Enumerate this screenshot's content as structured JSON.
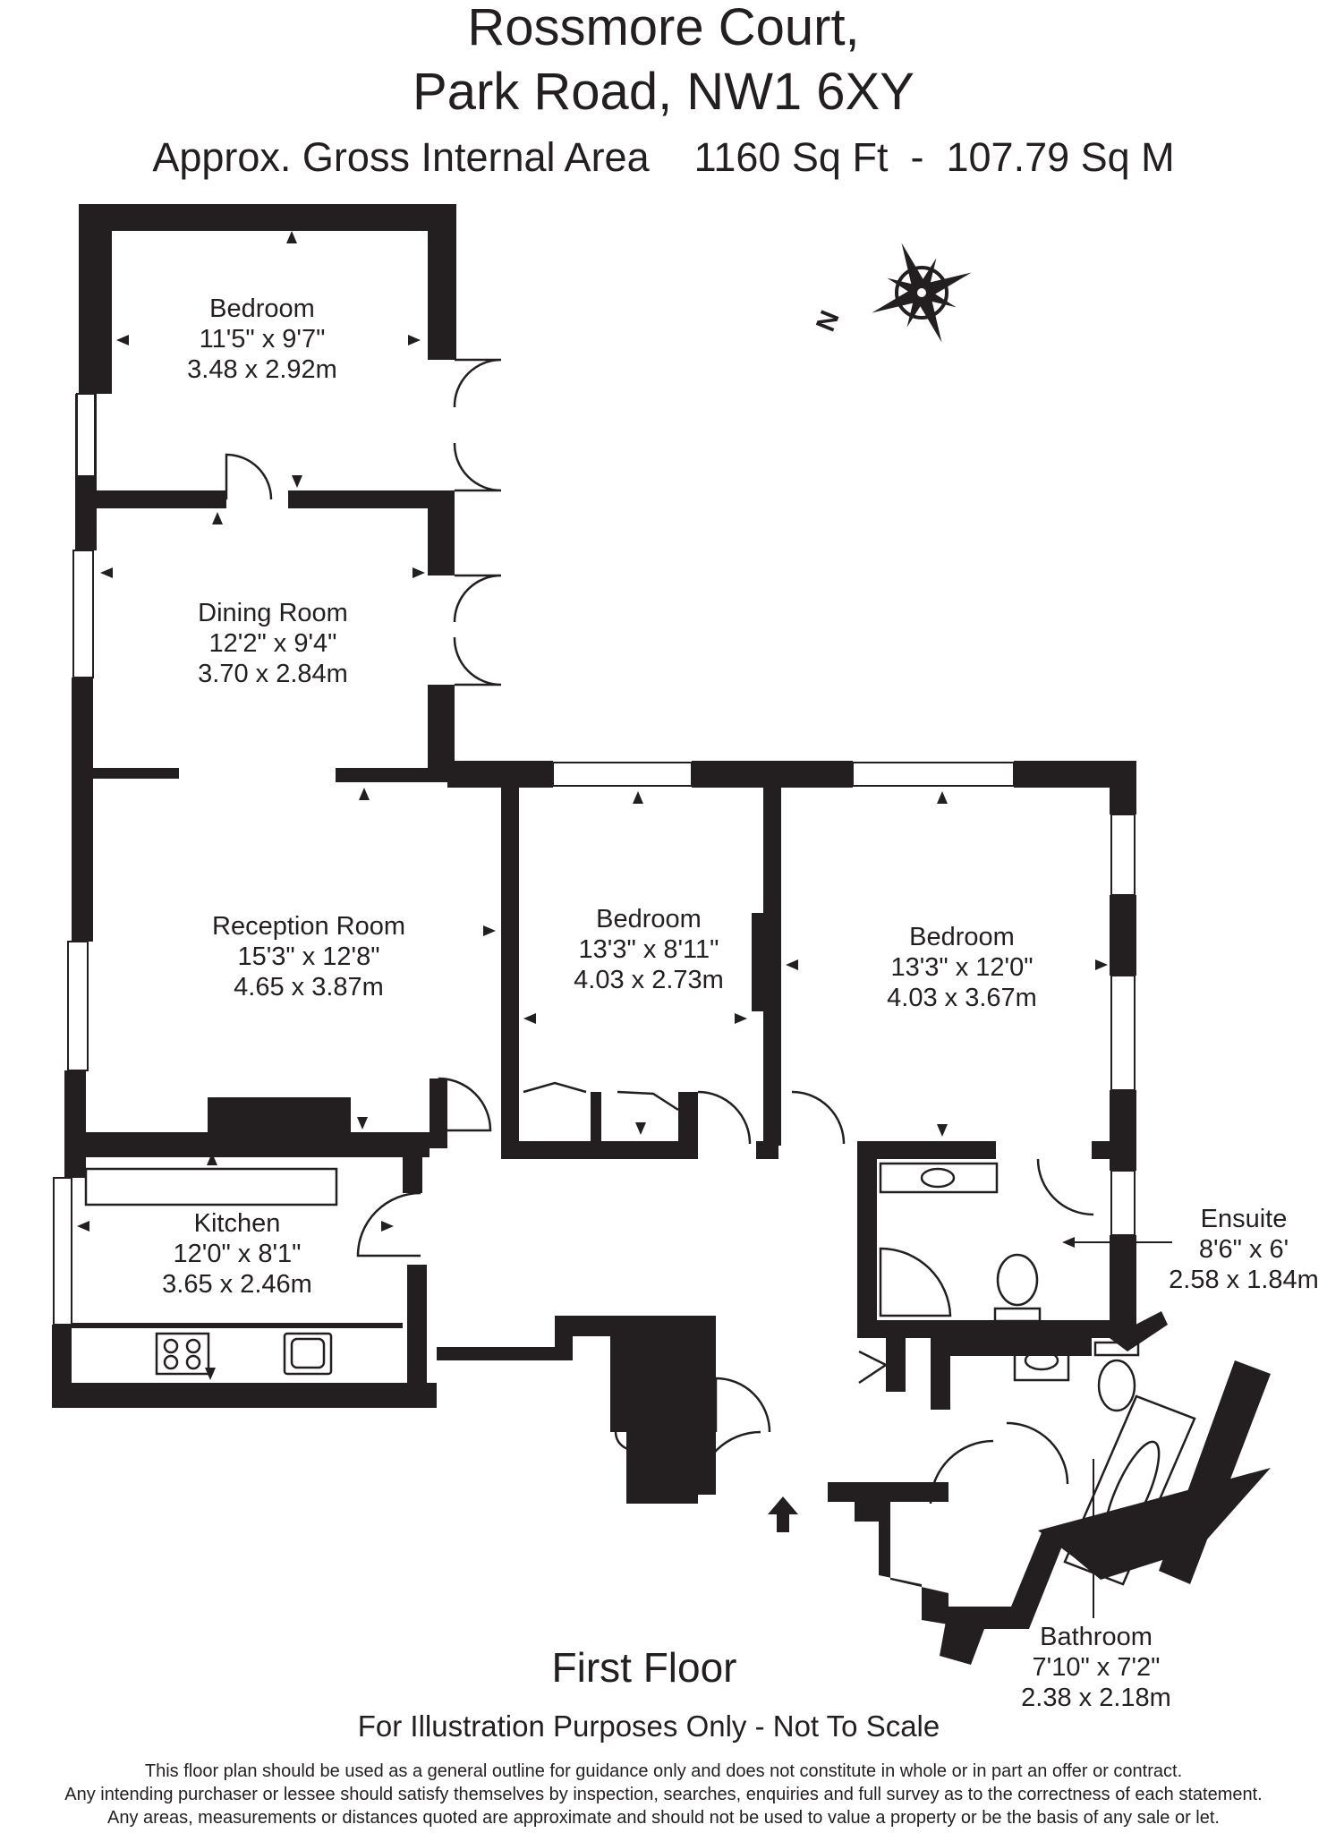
{
  "header": {
    "title_line1": "Rossmore Court,",
    "title_line2": "Park Road, NW1 6XY",
    "area_label": "Approx. Gross Internal Area",
    "area_sqft": "1160 Sq Ft",
    "area_sep": "-",
    "area_sqm": "107.79 Sq M"
  },
  "compass": {
    "north_label": "N"
  },
  "rooms": [
    {
      "name": "Bedroom",
      "imperial": "11'5\" x 9'7\"",
      "metric": "3.48 x 2.92m"
    },
    {
      "name": "Dining Room",
      "imperial": "12'2\" x 9'4\"",
      "metric": "3.70 x 2.84m"
    },
    {
      "name": "Reception Room",
      "imperial": "15'3\" x 12'8\"",
      "metric": "4.65 x 3.87m"
    },
    {
      "name": "Bedroom",
      "imperial": "13'3\" x 8'11\"",
      "metric": "4.03 x 2.73m"
    },
    {
      "name": "Bedroom",
      "imperial": "13'3\" x 12'0\"",
      "metric": "4.03 x 3.67m"
    },
    {
      "name": "Kitchen",
      "imperial": "12'0\" x 8'1\"",
      "metric": "3.65 x 2.46m"
    },
    {
      "name": "Ensuite",
      "imperial": "8'6\" x 6'",
      "metric": "2.58 x 1.84m"
    },
    {
      "name": "Bathroom",
      "imperial": "7'10\" x 7'2\"",
      "metric": "2.38 x 2.18m"
    }
  ],
  "floor_label": "First Floor",
  "scale_note": "For Illustration Purposes Only - Not To Scale",
  "disclaimer": [
    "This floor plan should be used as a general outline for guidance only and does not constitute in whole or in part an offer or contract.",
    "Any intending purchaser or lessee should satisfy themselves by inspection, searches, enquiries and full survey as to the correctness of each statement.",
    "Any areas, measurements or distances quoted are approximate and should not be used to value a property or be the basis of any sale or let."
  ],
  "colors": {
    "wall": "#231f20",
    "background": "#ffffff",
    "text": "#231f20"
  }
}
